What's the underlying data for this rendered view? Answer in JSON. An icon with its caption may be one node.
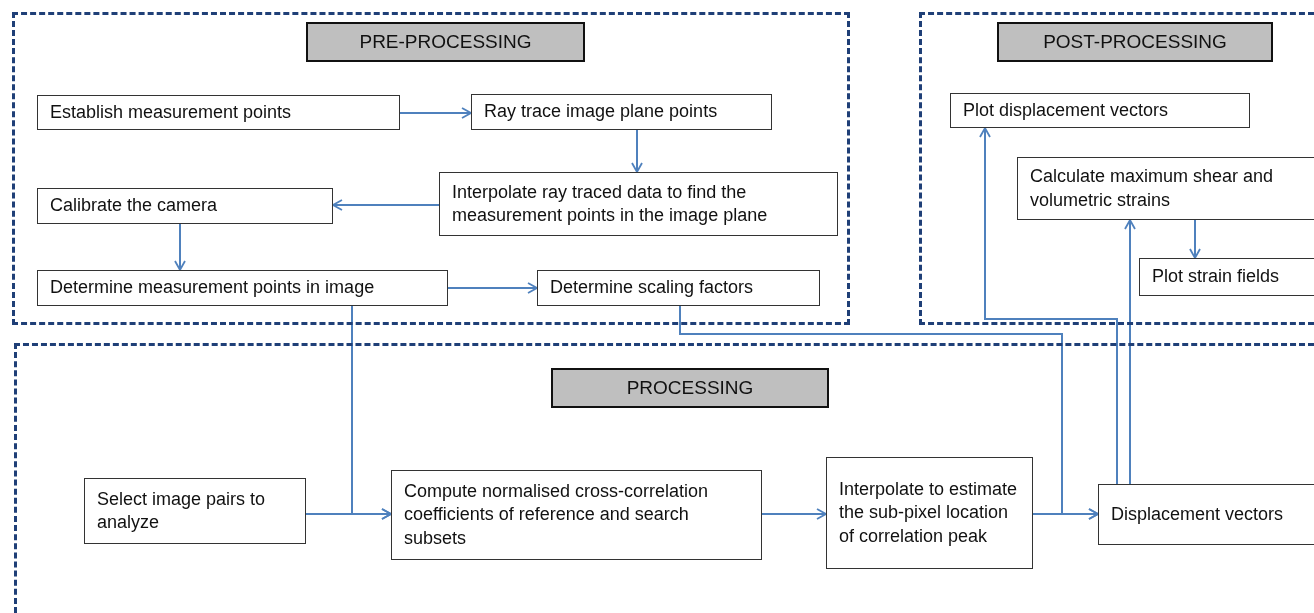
{
  "diagram": {
    "nodes": [
      {
        "text": [],
        "shape": "box"
      },
      {
        "text": [
          "PRE-PROCESSING"
        ],
        "in": 0
      },
      {
        "text": [
          "Establish measurement points"
        ],
        "in": 0
      },
      {
        "text": [
          "Ray trace image plane points"
        ],
        "in": 0
      },
      {
        "text": [
          "Calibrate the camera"
        ],
        "in": 0
      },
      {
        "text": [
          "Interpolate ray traced data to find the measurement points in the image plane"
        ],
        "in": 0
      },
      {
        "text": [
          "Determine measurement points in image"
        ],
        "in": 0
      },
      {
        "text": [
          "Determine scaling factors"
        ],
        "in": 0
      },
      {
        "text": [],
        "shape": "box"
      },
      {
        "text": [
          "POST-PROCESSING"
        ],
        "in": 8
      },
      {
        "text": [
          "Plot displacement vectors"
        ],
        "in": 8
      },
      {
        "text": [
          "Calculate maximum shear and volumetric strains"
        ],
        "in": 8
      },
      {
        "text": [
          "Plot strain fields"
        ],
        "in": 8
      },
      {
        "text": [],
        "shape": "box"
      },
      {
        "text": [
          "PROCESSING"
        ],
        "in": 13
      },
      {
        "text": [
          "Select image pairs to analyze"
        ],
        "in": 13
      },
      {
        "text": [
          "Compute normalised cross-correlation coefficients of reference and search subsets"
        ],
        "in": 13
      },
      {
        "text": [
          "Interpolate to estimate the sub-pixel location of correlation peak"
        ],
        "in": 13
      },
      {
        "text": [
          "Displacement vectors"
        ],
        "in": 13
      }
    ],
    "edges": [
      {
        "from": 2,
        "to": 3,
        "arrow": "to"
      },
      {
        "from": 3,
        "to": 5,
        "arrow": "to"
      },
      {
        "from": 5,
        "to": 4,
        "arrow": "to"
      },
      {
        "from": 4,
        "to": 6,
        "arrow": "to"
      },
      {
        "from": 6,
        "to": 7,
        "arrow": "to"
      },
      {
        "from": 11,
        "to": 12,
        "arrow": "to"
      },
      {
        "from": 6,
        "to": 16,
        "arrow": "to"
      },
      {
        "from": 7,
        "to": 18,
        "arrow": "to"
      },
      {
        "from": 15,
        "to": 16,
        "arrow": "to"
      },
      {
        "from": 16,
        "to": 17,
        "arrow": "to"
      },
      {
        "from": 17,
        "to": 18,
        "arrow": "to"
      },
      {
        "from": 18,
        "to": 10,
        "arrow": "to"
      },
      {
        "from": 18,
        "to": 11,
        "arrow": "to"
      }
    ]
  }
}
